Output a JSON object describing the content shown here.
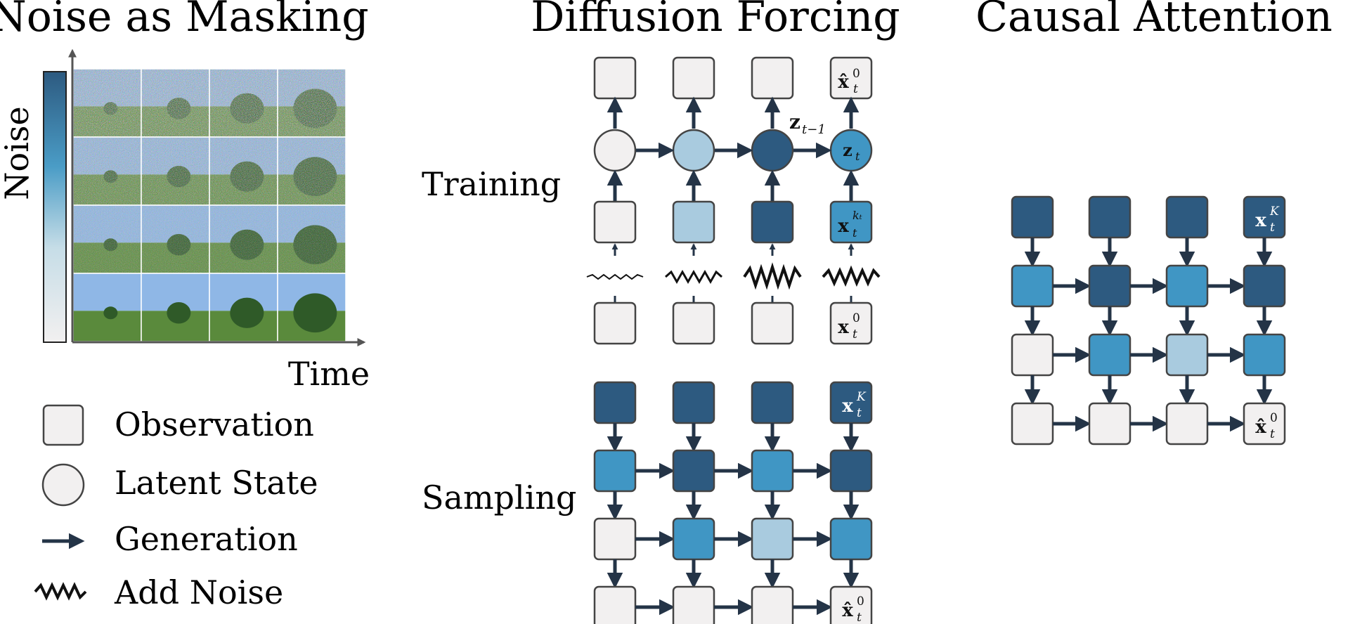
{
  "titles": {
    "noise_masking": "Noise as Masking",
    "diffusion_forcing": "Diffusion Forcing",
    "causal_attention": "Causal Attention"
  },
  "noise_panel": {
    "y_axis": "Noise",
    "x_axis": "Time"
  },
  "row_labels": {
    "training": "Training",
    "sampling": "Sampling"
  },
  "legend": {
    "observation": "Observation",
    "latent_state": "Latent State",
    "generation": "Generation",
    "add_noise": "Add Noise"
  },
  "math": {
    "x_hat": "x̂",
    "x": "x",
    "z": "z",
    "sub_t": "t",
    "sup_0": "0",
    "sup_K": "K",
    "sup_kt": "kₜ",
    "z_prev_sub": "t−1"
  },
  "colors": {
    "dark": "#2d5a80",
    "mid": "#4096c4",
    "light": "#a9cbdf",
    "white": "#f2f0f0",
    "arrow": "#243447",
    "sky": "#8fb7e6",
    "grass": "#5a8a3c"
  }
}
